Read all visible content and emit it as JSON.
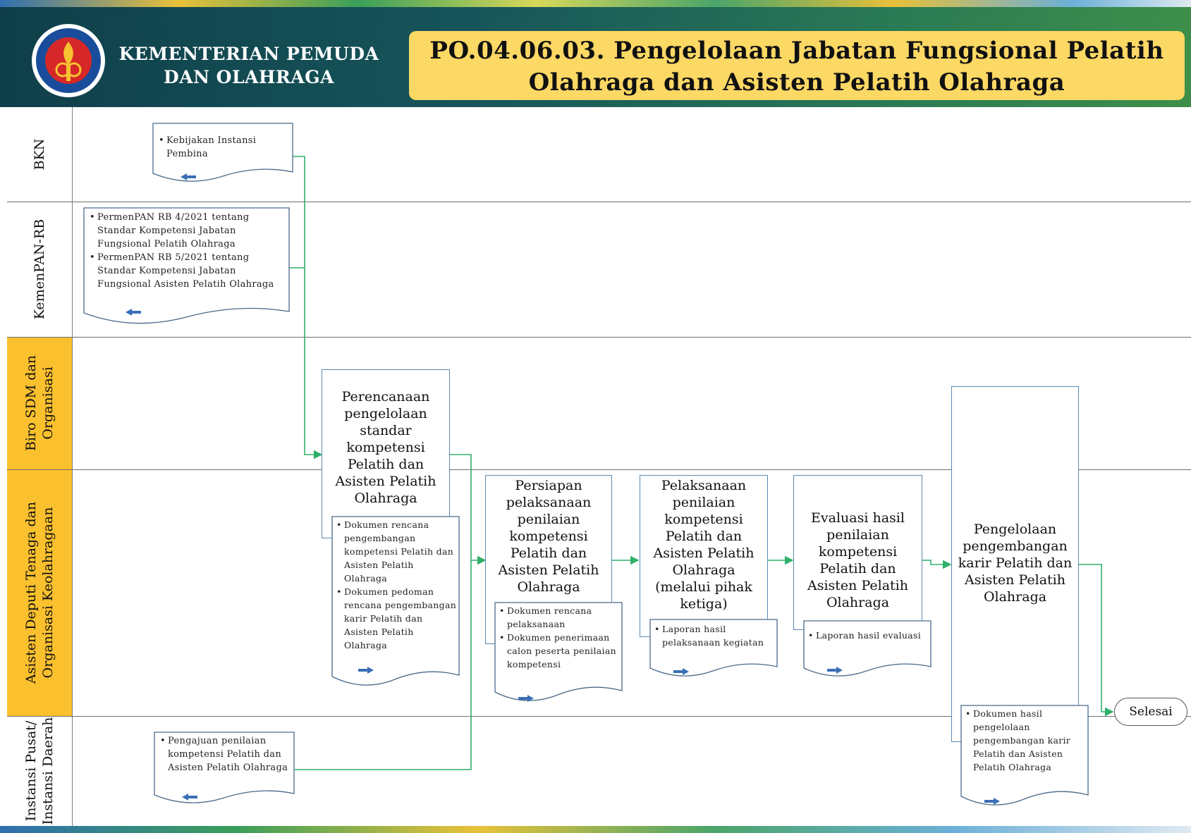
{
  "header": {
    "ministry_line1": "KEMENTERIAN PEMUDA",
    "ministry_line2": "DAN OLAHRAGA",
    "title_line1": "PO.04.06.03. Pengelolaan Jabatan Fungsional Pelatih",
    "title_line2": "Olahraga dan Asisten Pelatih Olahraga",
    "logo_icon": "kemenpora-emblem-icon"
  },
  "colors": {
    "header_green": "#17555a",
    "title_yellow": "#fcd864",
    "lane_yellow": "#fbc02d",
    "connector_green": "#2fb06a",
    "process_border": "#5b8bb4"
  },
  "lanes": [
    {
      "label_line1": "BKN",
      "label_line2": ""
    },
    {
      "label_line1": "KemenPAN-RB",
      "label_line2": ""
    },
    {
      "label_line1": "Biro SDM dan",
      "label_line2": "Organisasi"
    },
    {
      "label_line1": "Asisten Deputi Tenaga dan",
      "label_line2": "Organisasi Keolahragaan"
    },
    {
      "label_line1": "Instansi Pusat/",
      "label_line2": "Instansi Daerah"
    }
  ],
  "inputs": {
    "bkn": [
      "Kebijakan Instansi Pembina"
    ],
    "kemenpan": [
      "PermenPAN RB 4/2021 tentang Standar Kompetensi Jabatan Fungsional Pelatih Olahraga",
      "PermenPAN RB 5/2021 tentang Standar Kompetensi Jabatan Fungsional Asisten Pelatih Olahraga"
    ],
    "instansi": [
      "Pengajuan penilaian kompetensi Pelatih dan Asisten Pelatih Olahraga"
    ]
  },
  "processes": [
    {
      "label": "Perencanaan pengelolaan standar kompetensi Pelatih dan Asisten Pelatih Olahraga"
    },
    {
      "label": "Persiapan pelaksanaan penilaian kompetensi Pelatih dan Asisten Pelatih Olahraga"
    },
    {
      "label": "Pelaksanaan penilaian kompetensi Pelatih dan Asisten Pelatih Olahraga (melalui pihak ketiga)"
    },
    {
      "label": "Evaluasi hasil penilaian kompetensi Pelatih dan Asisten Pelatih Olahraga"
    },
    {
      "label": "Pengelolaan pengembangan karir Pelatih dan Asisten Pelatih Olahraga"
    }
  ],
  "outputs": {
    "p1": [
      "Dokumen rencana pengembangan kompetensi Pelatih dan Asisten Pelatih Olahraga",
      "Dokumen pedoman rencana pengembangan karir Pelatih dan Asisten Pelatih Olahraga"
    ],
    "p2": [
      "Dokumen rencana pelaksanaan",
      "Dokumen penerimaan calon peserta penilaian kompetensi"
    ],
    "p3": [
      "Laporan hasil pelaksanaan kegiatan"
    ],
    "p4": [
      "Laporan hasil evaluasi"
    ],
    "p5": [
      "Dokumen hasil pengelolaan pengembangan karir Pelatih dan Asisten Pelatih Olahraga"
    ]
  },
  "terminator": {
    "label": "Selesai"
  },
  "icons": {
    "input_arrow": "arrow-left-icon",
    "output_arrow": "arrow-right-icon"
  }
}
